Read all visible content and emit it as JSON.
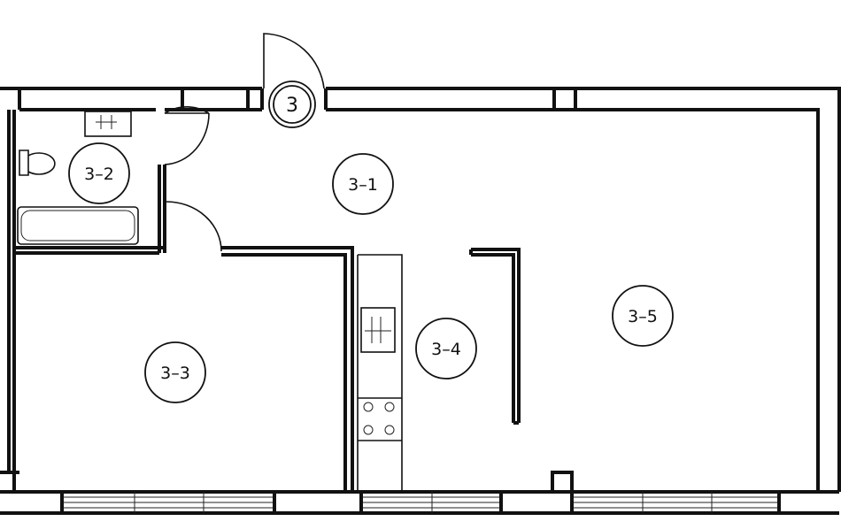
{
  "plan": {
    "apartment_label": "3",
    "rooms": [
      {
        "id": "r31",
        "label": "3–1"
      },
      {
        "id": "r32",
        "label": "3–2"
      },
      {
        "id": "r33",
        "label": "3–3"
      },
      {
        "id": "r34",
        "label": "3–4"
      },
      {
        "id": "r35",
        "label": "3–5"
      }
    ],
    "stroke_color": "#111111",
    "background_color": "#ffffff"
  }
}
